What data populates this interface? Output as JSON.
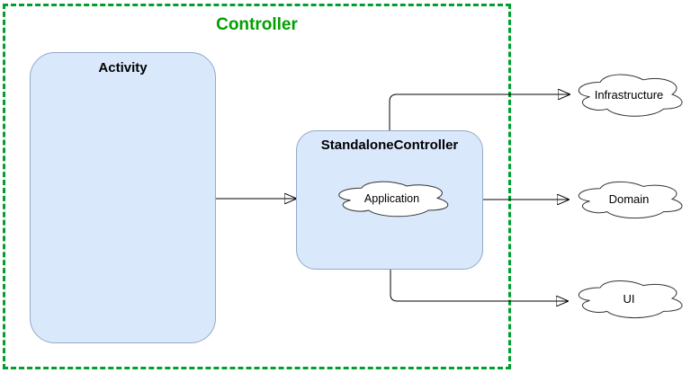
{
  "diagram": {
    "boundary": {
      "title": "Controller",
      "title_color": "#00A000",
      "border_color": "#00A02E",
      "border_style": "dashed"
    },
    "nodes": {
      "activity": {
        "label": "Activity"
      },
      "standalone_controller": {
        "label": "StandaloneController"
      }
    },
    "inner_cloud": {
      "label": "Application"
    },
    "external_clouds": [
      {
        "label": "Infrastructure"
      },
      {
        "label": "Domain"
      },
      {
        "label": "UI"
      }
    ],
    "connections": [
      {
        "from": "Activity",
        "to": "StandaloneController"
      },
      {
        "from": "StandaloneController",
        "to": "Infrastructure"
      },
      {
        "from": "StandaloneController",
        "to": "Domain"
      },
      {
        "from": "StandaloneController",
        "to": "UI"
      }
    ],
    "colors": {
      "node_fill": "#DAE8FC",
      "node_border": "#93A9C7",
      "cloud_fill": "#FFFFFF",
      "cloud_border": "#333333",
      "connector": "#000000"
    }
  }
}
